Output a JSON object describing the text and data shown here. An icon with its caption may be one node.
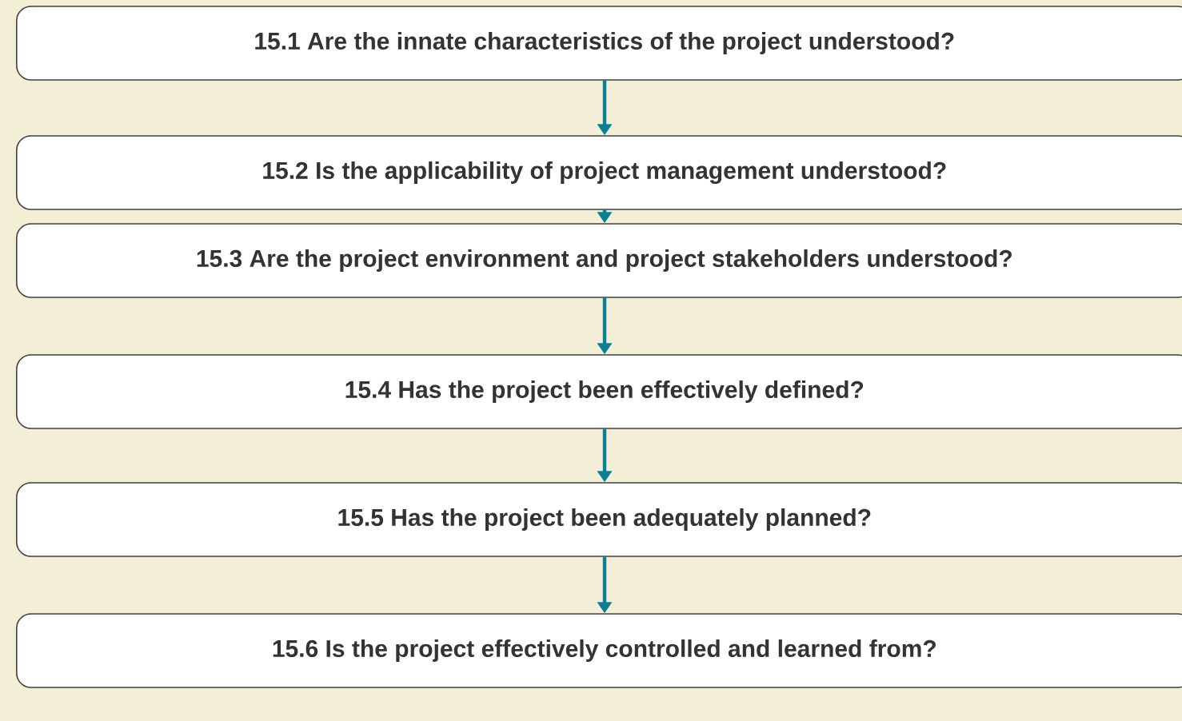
{
  "diagram": {
    "nodes": [
      {
        "text": [
          "15.1 Are the innate characteristics of the project understood?"
        ]
      },
      {
        "text": [
          "15.2 Is the applicability of project management understood?"
        ]
      },
      {
        "text": [
          "15.3 Are the project environment and project stakeholders understood?"
        ]
      },
      {
        "text": [
          "15.4 Has the project been effectively defined?"
        ]
      },
      {
        "text": [
          "15.5 Has the project been adequately planned?"
        ]
      },
      {
        "text": [
          "15.6 Is the project effectively controlled and learned from?"
        ]
      }
    ],
    "edges": [
      {
        "from": 0,
        "to": 1,
        "arrow": "to"
      },
      {
        "from": 1,
        "to": 2,
        "arrow": "to"
      },
      {
        "from": 2,
        "to": 3,
        "arrow": "to"
      },
      {
        "from": 3,
        "to": 4,
        "arrow": "to"
      },
      {
        "from": 4,
        "to": 5,
        "arrow": "to"
      }
    ]
  }
}
